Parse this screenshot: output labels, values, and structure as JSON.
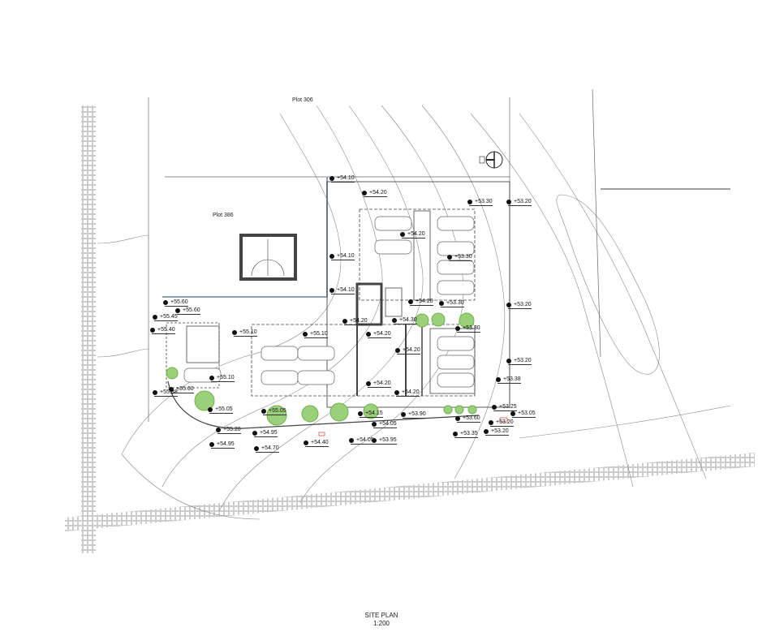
{
  "plot_labels": {
    "north_plot": "Plot 306",
    "west_plot": "Plot 386"
  },
  "title": {
    "name": "SITE PLAN",
    "scale": "1:200"
  },
  "levels": [
    "+54.10",
    "+54.20",
    "+54.10",
    "+54.10",
    "+53.30",
    "+53.20",
    "+54.20",
    "+53.30",
    "+55.60",
    "+55.60",
    "+55.45",
    "+55.40",
    "+54.20",
    "+53.30",
    "+53.20",
    "+54.30",
    "+54.20",
    "+53.30",
    "+55.10",
    "+55.10",
    "+54.20",
    "+54.20",
    "+53.20",
    "+54.20",
    "+54.20",
    "+53.38",
    "+55.10",
    "+55.60",
    "+55.38",
    "+55.05",
    "+55.05",
    "+54.15",
    "+53.90",
    "+53.25",
    "+53.05",
    "+54.05",
    "+53.60",
    "+53.20",
    "+55.20",
    "+54.95",
    "+53.35",
    "+53.20",
    "+54.95",
    "+54.70",
    "+54.40",
    "+54.05",
    "+53.95"
  ],
  "colors": {
    "line": "#555555",
    "planting": "#6fb24a",
    "boundary": "#8aa4c0"
  }
}
